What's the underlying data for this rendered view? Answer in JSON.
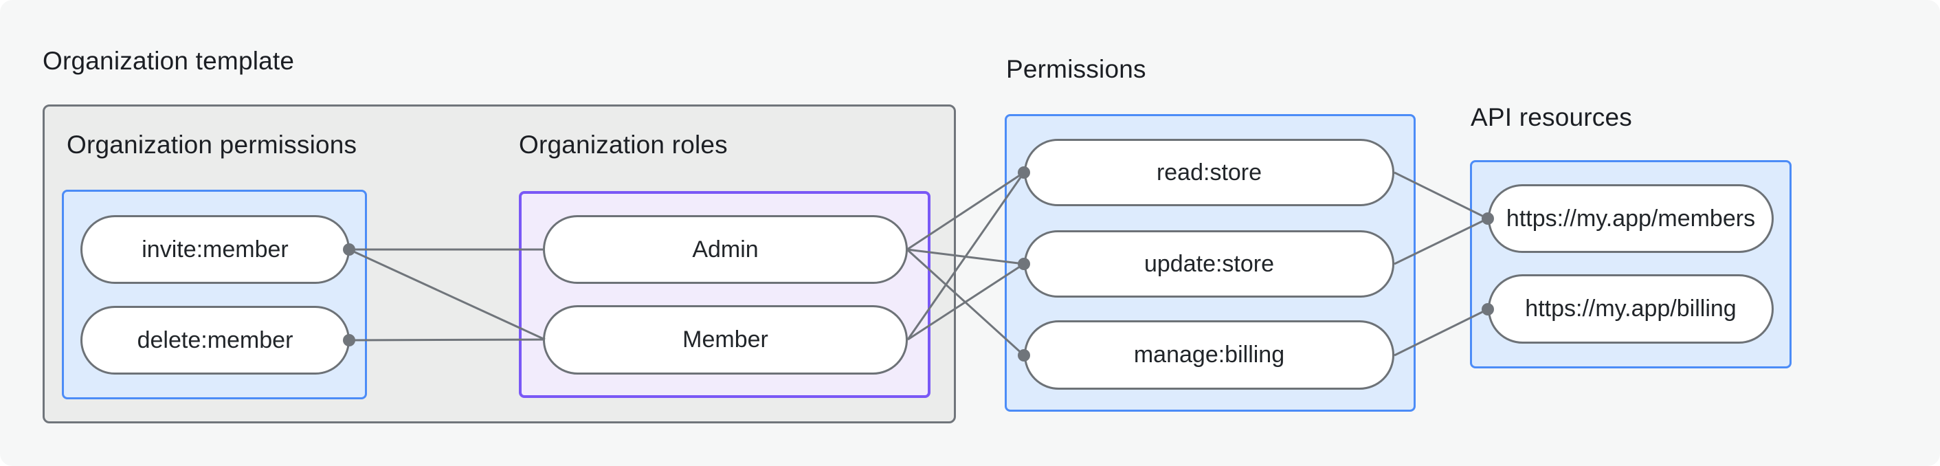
{
  "canvas": {
    "title": "Roles and permissions diagram"
  },
  "titles": {
    "template": "Organization template",
    "org_permissions": "Organization permissions",
    "org_roles": "Organization roles",
    "permissions": "Permissions",
    "api_resources": "API resources"
  },
  "nodes": {
    "invite": "invite:member",
    "delete": "delete:member",
    "admin": "Admin",
    "member": "Member",
    "read_store": "read:store",
    "update_store": "update:store",
    "manage_billing": "manage:billing",
    "api_members": "https://my.app/members",
    "api_billing": "https://my.app/billing"
  },
  "edges": [
    {
      "from": "invite:member",
      "to": "Admin"
    },
    {
      "from": "invite:member",
      "to": "Member"
    },
    {
      "from": "delete:member",
      "to": "Member"
    },
    {
      "from": "Admin",
      "to": "read:store"
    },
    {
      "from": "Admin",
      "to": "update:store"
    },
    {
      "from": "Admin",
      "to": "manage:billing"
    },
    {
      "from": "Member",
      "to": "read:store"
    },
    {
      "from": "Member",
      "to": "update:store"
    },
    {
      "from": "read:store",
      "to": "https://my.app/members"
    },
    {
      "from": "update:store",
      "to": "https://my.app/members"
    },
    {
      "from": "manage:billing",
      "to": "https://my.app/billing"
    }
  ],
  "colors": {
    "background": "#f6f7f7",
    "container_fill": "#ebeceb",
    "container_border": "#70757b",
    "blue_fill": "#ddebfd",
    "blue_border": "#4c8cf7",
    "purple_fill": "#f2ecfc",
    "purple_border": "#7a58f6",
    "node_fill": "#ffffff",
    "node_border": "#6d7277",
    "edge_stroke": "#70757b",
    "text": "#1b1e23"
  }
}
